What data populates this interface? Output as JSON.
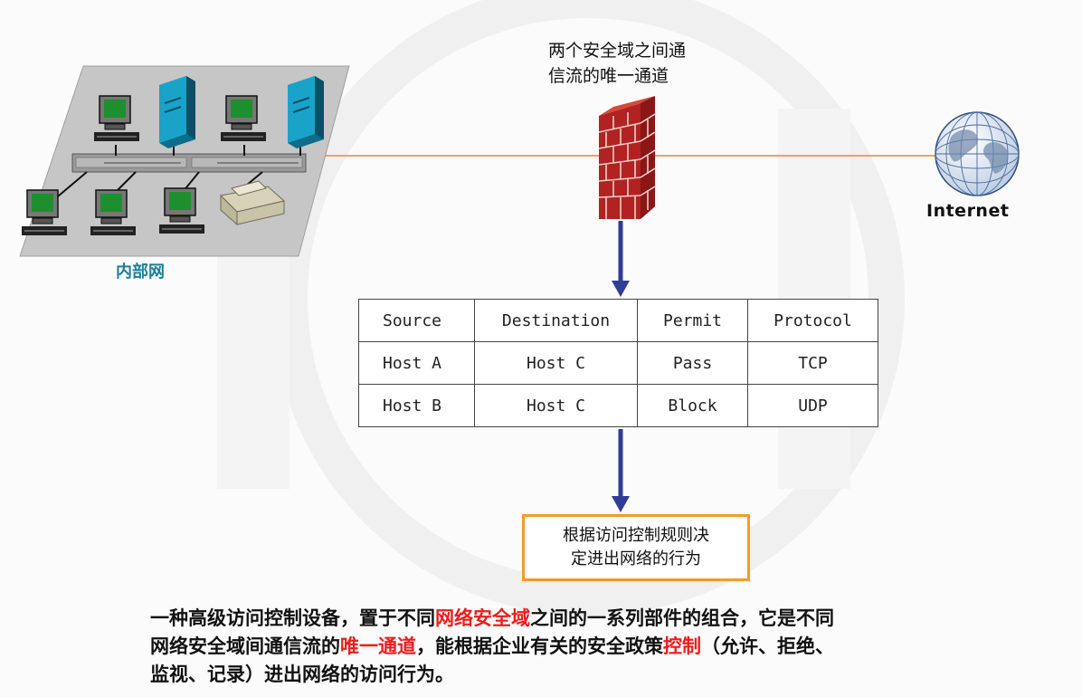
{
  "callout": {
    "line1": "两个安全域之间通",
    "line2": "信流的唯一通道"
  },
  "lan": {
    "label": "内部网"
  },
  "internet": {
    "label": "Internet"
  },
  "rules_table": {
    "headers": [
      "Source",
      "Destination",
      "Permit",
      "Protocol"
    ],
    "rows": [
      [
        "Host A",
        "Host C",
        "Pass",
        "TCP"
      ],
      [
        "Host B",
        "Host C",
        "Block",
        "UDP"
      ]
    ]
  },
  "decision": {
    "line1": "根据访问控制规则决",
    "line2": "定进出网络的行为"
  },
  "description": {
    "l1_a": "一种高级访问控制设备，置于不同",
    "l1_red": "网络安全域",
    "l1_b": "之间的一系列部件的组合，它是不同",
    "l2_a": "网络安全域间通信流的",
    "l2_red1": "唯一通道",
    "l2_b": "，能根据企业有关的安全政策",
    "l2_red2": "控制",
    "l2_c": "（允许、拒绝、",
    "l3": "监视、记录）进出网络的访问行为。"
  },
  "colors": {
    "highlight": "#ee1c1c",
    "decision_border": "#f39a2c",
    "arrow": "#2e3d96",
    "link_line": "#f0a35a",
    "lan_label": "#1c7f95"
  }
}
